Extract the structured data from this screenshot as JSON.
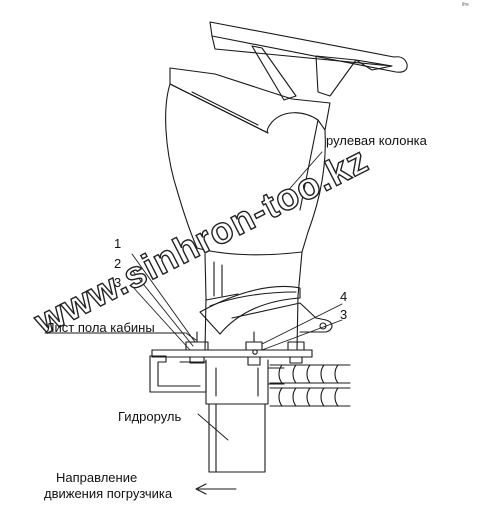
{
  "labels": {
    "steering_column": "рулевая колонка",
    "cab_floor_sheet": "Лист пола кабины",
    "hydraulic_steering": "Гидроруль",
    "direction_line1": "Направление",
    "direction_line2": "движения погрузчика"
  },
  "callouts": {
    "n1": "1",
    "n2": "2",
    "n3a": "3",
    "n4": "4",
    "n3b": "3"
  },
  "watermark": "www.sinhron-too.kz",
  "corner_mark": "ifre",
  "colors": {
    "line": "#1a1a1a",
    "background": "#ffffff"
  }
}
